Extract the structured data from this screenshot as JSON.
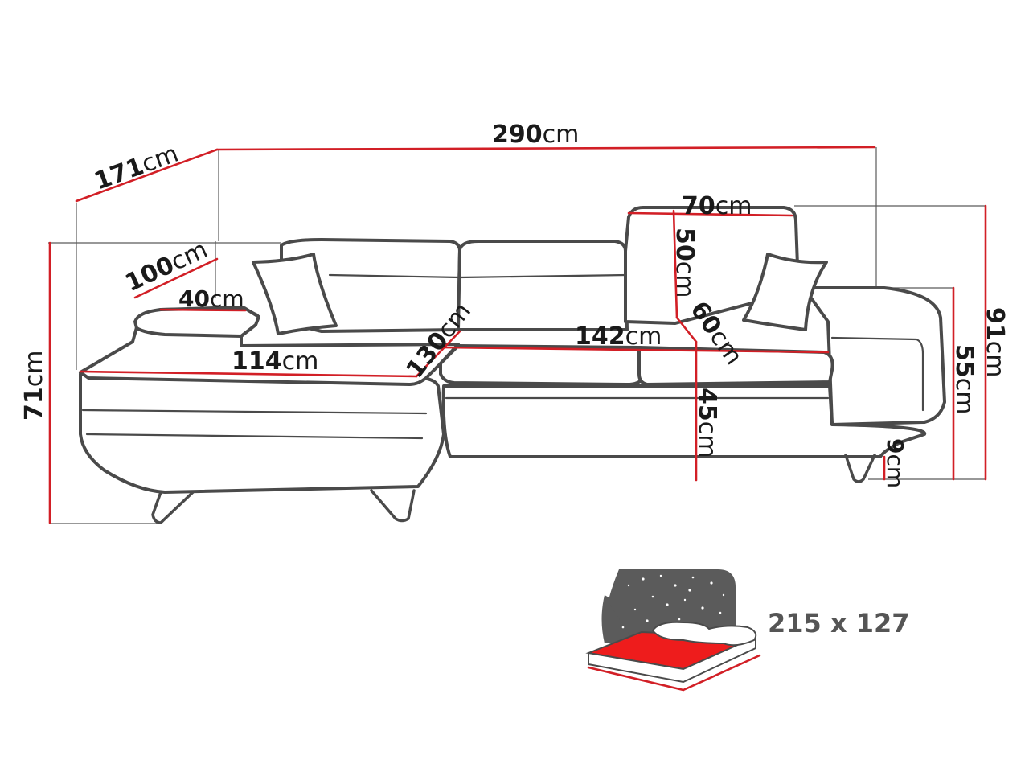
{
  "dimensions": {
    "total_width": {
      "value": "290",
      "unit": "cm"
    },
    "depth": {
      "value": "171",
      "unit": "cm"
    },
    "headrest_width": {
      "value": "70",
      "unit": "cm"
    },
    "headrest_height": {
      "value": "50",
      "unit": "cm"
    },
    "headrest_depth": {
      "value": "60",
      "unit": "cm"
    },
    "chaise_depth": {
      "value": "100",
      "unit": "cm"
    },
    "armrest_width": {
      "value": "40",
      "unit": "cm"
    },
    "chaise_seat_length": {
      "value": "114",
      "unit": "cm"
    },
    "chaise_seat_diag": {
      "value": "130",
      "unit": "cm"
    },
    "seat_width": {
      "value": "142",
      "unit": "cm"
    },
    "seat_height": {
      "value": "45",
      "unit": "cm"
    },
    "height_left": {
      "value": "71",
      "unit": "cm"
    },
    "height_total": {
      "value": "91",
      "unit": "cm"
    },
    "armrest_height": {
      "value": "55",
      "unit": "cm"
    },
    "leg_height": {
      "value": "9",
      "unit": "cm"
    }
  },
  "sleeping_area": {
    "label": "215 x 127"
  },
  "colors": {
    "accent": "#d21f26",
    "outline": "#4a4a4a",
    "sky": "#5b5b5b"
  }
}
